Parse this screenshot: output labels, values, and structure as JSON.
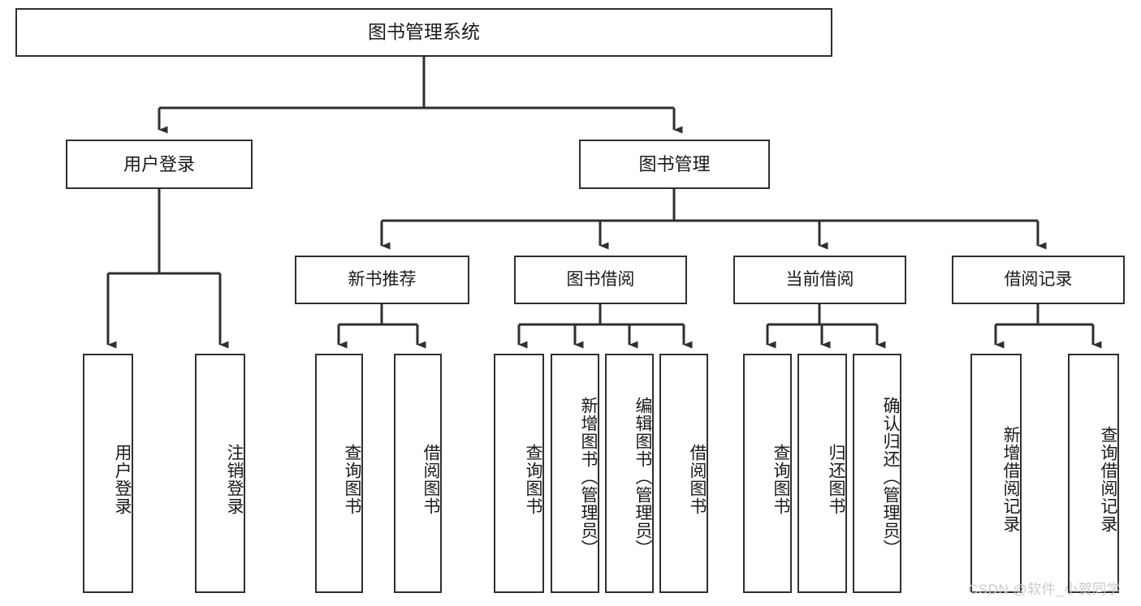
{
  "diagram": {
    "type": "tree-hierarchy-chart",
    "root": {
      "label": "图书管理系统"
    },
    "level1": [
      {
        "label": "用户登录"
      },
      {
        "label": "图书管理"
      }
    ],
    "level2": [
      {
        "label": "新书推荐"
      },
      {
        "label": "图书借阅"
      },
      {
        "label": "当前借阅"
      },
      {
        "label": "借阅记录"
      }
    ],
    "leaves": {
      "user_login": [
        {
          "label": "用户登录"
        },
        {
          "label": "注销登录"
        }
      ],
      "new_book_recommend": [
        {
          "label": "查询图书"
        },
        {
          "label": "借阅图书"
        }
      ],
      "book_borrow": [
        {
          "label": "查询图书"
        },
        {
          "label": "新增图书（管理员）"
        },
        {
          "label": "编辑图书（管理员）"
        },
        {
          "label": "借阅图书"
        }
      ],
      "current_borrow": [
        {
          "label": "查询图书"
        },
        {
          "label": "归还图书"
        },
        {
          "label": "确认归还（管理员）"
        }
      ],
      "borrow_record": [
        {
          "label": "新增借阅记录"
        },
        {
          "label": "查询借阅记录"
        }
      ]
    }
  },
  "watermark": {
    "text": "CSDN @软件_小贺同学"
  },
  "colors": {
    "box_border": "#2f2f2f",
    "connector": "#2f2f2f",
    "text": "#1a1a1a",
    "background": "#ffffff",
    "watermark": "#c9c9c9"
  }
}
